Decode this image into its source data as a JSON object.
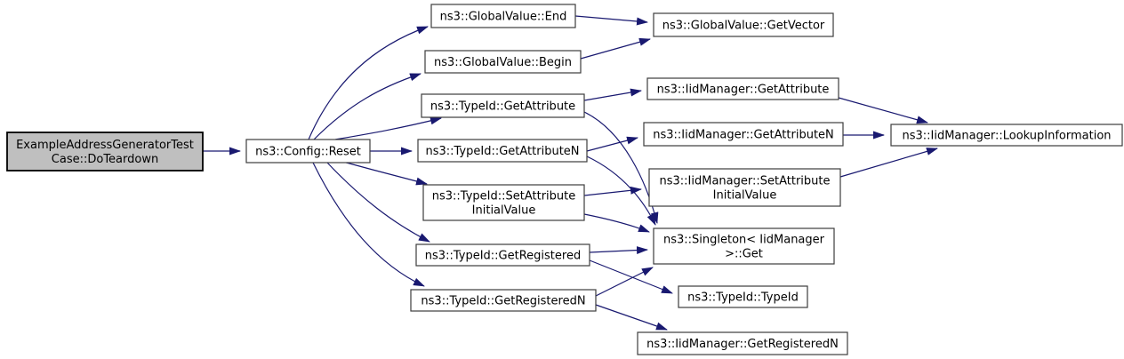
{
  "diagram": {
    "type": "call-graph",
    "colors": {
      "background": "#ffffff",
      "edge": "#191970",
      "node_fill": "#ffffff",
      "node_border": "#3d3d3d",
      "root_fill": "#bfbfbf",
      "root_border": "#000000",
      "text": "#000000"
    },
    "nodes": [
      {
        "id": "doteardown",
        "role": "root",
        "label": [
          "ExampleAddressGeneratorTest",
          "Case::DoTeardown"
        ]
      },
      {
        "id": "reset",
        "role": "call",
        "label": [
          "ns3::Config::Reset"
        ]
      },
      {
        "id": "gv_end",
        "role": "call",
        "label": [
          "ns3::GlobalValue::End"
        ]
      },
      {
        "id": "gv_begin",
        "role": "call",
        "label": [
          "ns3::GlobalValue::Begin"
        ]
      },
      {
        "id": "gv_getvector",
        "role": "call",
        "label": [
          "ns3::GlobalValue::GetVector"
        ]
      },
      {
        "id": "tid_getattr",
        "role": "call",
        "label": [
          "ns3::TypeId::GetAttribute"
        ]
      },
      {
        "id": "tid_getattrn",
        "role": "call",
        "label": [
          "ns3::TypeId::GetAttributeN"
        ]
      },
      {
        "id": "tid_setattr",
        "role": "call",
        "label": [
          "ns3::TypeId::SetAttribute",
          "InitialValue"
        ]
      },
      {
        "id": "tid_getreg",
        "role": "call",
        "label": [
          "ns3::TypeId::GetRegistered"
        ]
      },
      {
        "id": "tid_getregn",
        "role": "call",
        "label": [
          "ns3::TypeId::GetRegisteredN"
        ]
      },
      {
        "id": "iid_getattr",
        "role": "call",
        "label": [
          "ns3::IidManager::GetAttribute"
        ]
      },
      {
        "id": "iid_getattrn",
        "role": "call",
        "label": [
          "ns3::IidManager::GetAttributeN"
        ]
      },
      {
        "id": "iid_setattr",
        "role": "call",
        "label": [
          "ns3::IidManager::SetAttribute",
          "InitialValue"
        ]
      },
      {
        "id": "singleton_get",
        "role": "call",
        "label": [
          "ns3::Singleton< IidManager",
          ">::Get"
        ]
      },
      {
        "id": "tid_ctor",
        "role": "call",
        "label": [
          "ns3::TypeId::TypeId"
        ]
      },
      {
        "id": "iid_getregn",
        "role": "call",
        "label": [
          "ns3::IidManager::GetRegisteredN"
        ]
      },
      {
        "id": "iid_lookup",
        "role": "call",
        "label": [
          "ns3::IidManager::LookupInformation"
        ]
      }
    ],
    "edges": [
      {
        "from": "doteardown",
        "to": "reset"
      },
      {
        "from": "reset",
        "to": "gv_end"
      },
      {
        "from": "reset",
        "to": "gv_begin"
      },
      {
        "from": "reset",
        "to": "tid_getattr"
      },
      {
        "from": "reset",
        "to": "tid_getattrn"
      },
      {
        "from": "reset",
        "to": "tid_setattr"
      },
      {
        "from": "reset",
        "to": "tid_getreg"
      },
      {
        "from": "reset",
        "to": "tid_getregn"
      },
      {
        "from": "gv_end",
        "to": "gv_getvector"
      },
      {
        "from": "gv_begin",
        "to": "gv_getvector"
      },
      {
        "from": "tid_getattr",
        "to": "iid_getattr"
      },
      {
        "from": "tid_getattr",
        "to": "singleton_get"
      },
      {
        "from": "tid_getattrn",
        "to": "iid_getattrn"
      },
      {
        "from": "tid_getattrn",
        "to": "singleton_get"
      },
      {
        "from": "tid_setattr",
        "to": "iid_setattr"
      },
      {
        "from": "tid_setattr",
        "to": "singleton_get"
      },
      {
        "from": "tid_getreg",
        "to": "singleton_get"
      },
      {
        "from": "tid_getreg",
        "to": "tid_ctor"
      },
      {
        "from": "tid_getregn",
        "to": "singleton_get"
      },
      {
        "from": "tid_getregn",
        "to": "iid_getregn"
      },
      {
        "from": "iid_getattr",
        "to": "iid_lookup"
      },
      {
        "from": "iid_getattrn",
        "to": "iid_lookup"
      },
      {
        "from": "iid_setattr",
        "to": "iid_lookup"
      }
    ]
  }
}
